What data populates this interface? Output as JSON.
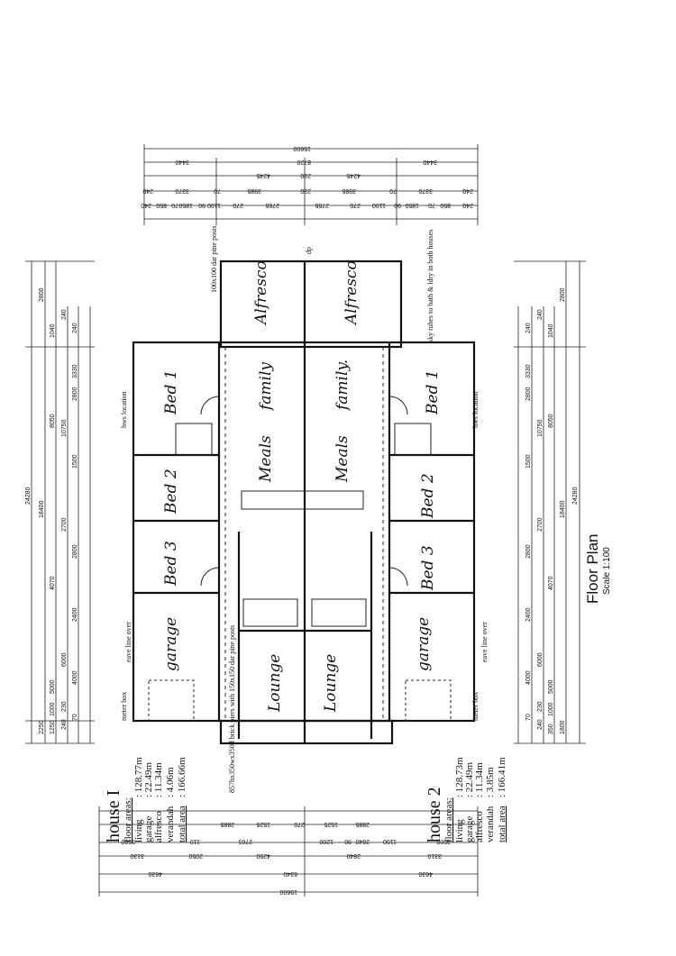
{
  "title": {
    "label": "Floor Plan",
    "scale": "Scale 1:100"
  },
  "rooms": {
    "alfresco_1": "Alfresco",
    "alfresco_2": "Alfresco",
    "family_1": "family",
    "family_2": "family.",
    "meals_1": "Meals",
    "meals_2": "Meals",
    "bed1_1": "Bed 1",
    "bed1_2": "Bed 1",
    "bed2_1": "Bed 2",
    "bed2_2": "Bed 2",
    "bed3_1": "Bed 3",
    "bed3_2": "Bed 3",
    "garage_1": "garage",
    "garage_2": "garage",
    "lounge_1": "Lounge",
    "lounge_2": "Lounge"
  },
  "notes": {
    "pine_posts_top": "100x100 dar pine posts",
    "sky_tubes": "sky tubes to bath & ldry in both houses",
    "brick_piers": "857hx350wx350d brick piers with 150x150 dar pine posts",
    "eave_line_1": "eave line over",
    "eave_line_2": "eave line over",
    "meter_box_1": "meter box",
    "meter_box_2": "meter box",
    "hws_1": "hws location",
    "hws_2": "hws location",
    "dp": "dp"
  },
  "house1": {
    "title": "house I",
    "subtitle": "floor areas:",
    "rows": [
      {
        "label": "living",
        "value": ": 128.77m"
      },
      {
        "label": "garage",
        "value": ": 22.49m"
      },
      {
        "label": "alfresco",
        "value": ": 11.34m"
      },
      {
        "label": "verandah",
        "value": ": 4.06m"
      },
      {
        "label": "total area",
        "value": ": 166.66m"
      }
    ]
  },
  "house2": {
    "title": "house 2",
    "subtitle": "floor areas:",
    "rows": [
      {
        "label": "living",
        "value": ": 128.73m"
      },
      {
        "label": "garage",
        "value": ": 22.49m"
      },
      {
        "label": "alfresco",
        "value": ": 11.34m"
      },
      {
        "label": "verandah",
        "value": ": 3.85m"
      },
      {
        "label": "total area",
        "value": ": 166.41m"
      }
    ]
  },
  "dims": {
    "top_overall": "15600",
    "top_row2": [
      "3440",
      "8720",
      "3440"
    ],
    "top_row3": [
      "4245",
      "230",
      "4245"
    ],
    "top_row4": [
      "240",
      "3370",
      "70",
      "3985",
      "230",
      "3985",
      "70",
      "3370",
      "240"
    ],
    "top_row5": [
      "240",
      "850",
      "70",
      "1850",
      "90",
      "1100",
      "270",
      "2765",
      "2765",
      "270",
      "1100",
      "90",
      "1850",
      "70",
      "850",
      "240"
    ],
    "left_overall": "24280",
    "left_row2": [
      "2250",
      "18400",
      "2800"
    ],
    "left_row3": [
      "1250",
      "1000",
      "5000",
      "4070",
      "8050",
      "1040"
    ],
    "left_row4": [
      "240",
      "230",
      "6000",
      "2700",
      "10750",
      "240"
    ],
    "left_row5": [
      "70",
      "4000",
      "2400",
      "2800",
      "1500",
      "2800",
      "3330",
      "240"
    ],
    "right_overall": "24280",
    "right_row2": [
      "1800",
      "18400",
      "2800"
    ],
    "right_row3": [
      "350",
      "1000",
      "5000",
      "4070",
      "8050",
      "1040"
    ],
    "right_row4": [
      "240",
      "230",
      "6000",
      "2700",
      "10750",
      "240"
    ],
    "right_row5": [
      "70",
      "4000",
      "2400",
      "2800",
      "1500",
      "2800",
      "3330",
      "240"
    ],
    "bottom_overall": "15600",
    "bottom_row2": [
      "4630",
      "6340",
      "4630"
    ],
    "bottom_row3": [
      "3130",
      "2050",
      "4250",
      "2840",
      "3310"
    ],
    "bottom_row4": [
      "3500",
      "110",
      "2765",
      "1200",
      "90",
      "2840",
      "1100",
      "3500"
    ],
    "bottom_row5": [
      "2885",
      "1525",
      "270",
      "1525",
      "2885"
    ]
  }
}
